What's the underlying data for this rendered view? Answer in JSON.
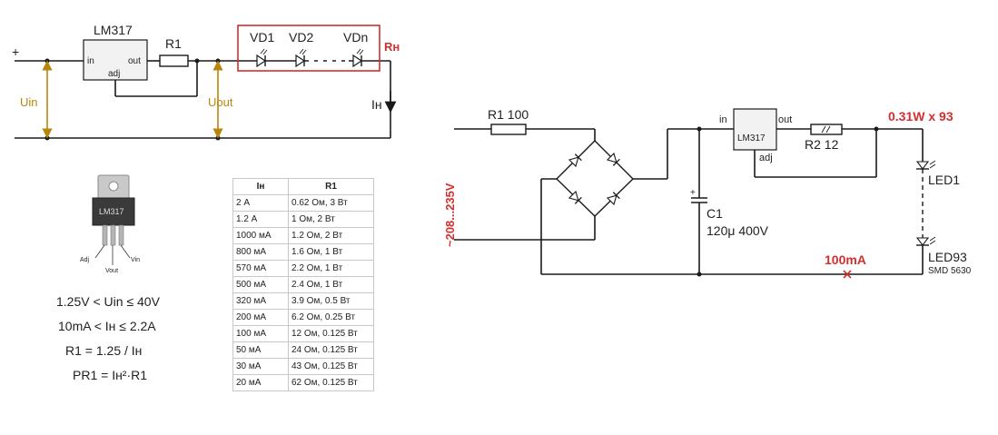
{
  "circuit1": {
    "regulator": "LM317",
    "pin_in": "in",
    "pin_out": "out",
    "pin_adj": "adj",
    "resistor": "R1",
    "plus": "+",
    "diodes": [
      "VD1",
      "VD2",
      "VDn"
    ],
    "load": "Rн",
    "u_in": "Uin",
    "u_out": "Uout",
    "current": "Iн"
  },
  "package": {
    "marking": "LM317",
    "pins": [
      "Adj",
      "Vout",
      "Vin"
    ]
  },
  "formulas": [
    "1.25V < Uin ≤ 40V",
    "10mA < Iн ≤ 2.2A",
    "R1 = 1.25 / Iн",
    "PR1 = Iн²·R1"
  ],
  "table": {
    "headers": [
      "Iн",
      "R1"
    ],
    "rows": [
      [
        "2 А",
        "0.62 Ом, 3 Вт"
      ],
      [
        "1.2 А",
        "1 Ом, 2 Вт"
      ],
      [
        "1000 мА",
        "1.2 Ом, 2 Вт"
      ],
      [
        "800 мА",
        "1.6 Ом, 1 Вт"
      ],
      [
        "570 мА",
        "2.2 Ом, 1 Вт"
      ],
      [
        "500 мА",
        "2.4 Ом, 1 Вт"
      ],
      [
        "320 мА",
        "3.9 Ом, 0.5 Вт"
      ],
      [
        "200 мА",
        "6.2 Ом, 0.25 Вт"
      ],
      [
        "100 мА",
        "12 Ом, 0.125 Вт"
      ],
      [
        "50 мА",
        "24 Ом, 0.125 Вт"
      ],
      [
        "30 мА",
        "43 Ом, 0.125 Вт"
      ],
      [
        "20 мА",
        "62 Ом, 0.125 Вт"
      ]
    ]
  },
  "circuit2": {
    "r1": "R1  100",
    "voltage": "~208...235V",
    "regulator": "LM317",
    "pin_in": "in",
    "pin_out": "out",
    "pin_adj": "adj",
    "r2": "R2  12",
    "power": "0.31W x 93",
    "cap_name": "C1",
    "cap_value": "120μ 400V",
    "cap_plus": "+",
    "current": "100mA",
    "led_first": "LED1",
    "led_last": "LED93",
    "led_type": "SMD 5630"
  },
  "colors": {
    "wire": "#1a1a1a",
    "arrow_gold": "#b8860b",
    "highlight_red": "#d32f2f"
  }
}
